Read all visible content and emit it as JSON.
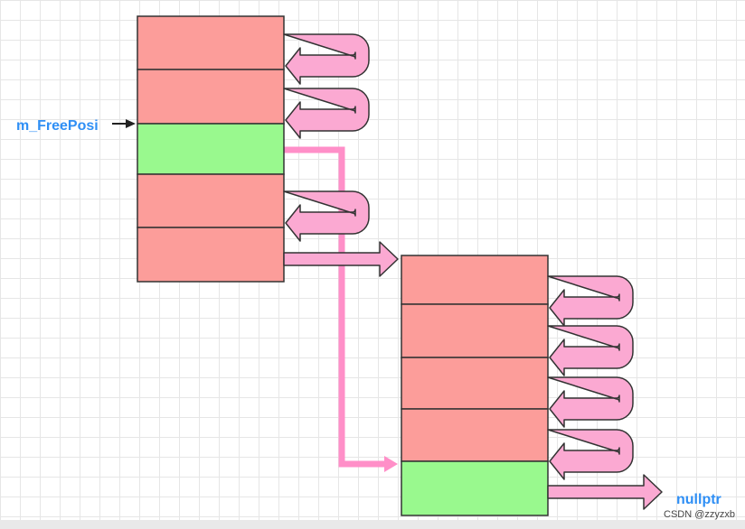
{
  "labels": {
    "free_pointer": "m_FreePosi",
    "null_pointer": "nullptr",
    "watermark": "CSDN @zzyzxb"
  },
  "colors": {
    "used_block": "#fc9d9a",
    "free_block": "#99f98e",
    "arrow_fill": "#fba9d2",
    "free_chain": "#ff8fc8",
    "outline": "#333333",
    "label_text": "#2f8ff5"
  },
  "chunks": [
    {
      "id": "chunk-1",
      "blocks": [
        "used",
        "used",
        "free",
        "used",
        "used"
      ]
    },
    {
      "id": "chunk-2",
      "blocks": [
        "used",
        "used",
        "used",
        "used",
        "free"
      ]
    }
  ]
}
